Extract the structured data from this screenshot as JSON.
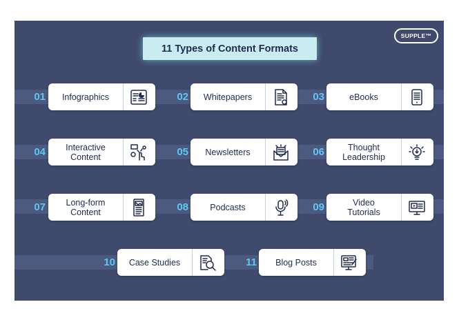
{
  "title": "11 Types of Content Formats",
  "logo": "SUPPLE™",
  "items": [
    {
      "num": "01",
      "label": "Infographics",
      "icon": "infographic-icon"
    },
    {
      "num": "02",
      "label": "Whitepapers",
      "icon": "document-icon"
    },
    {
      "num": "03",
      "label": "eBooks",
      "icon": "ebook-reader-icon"
    },
    {
      "num": "04",
      "label": "Interactive\nContent",
      "icon": "touch-interaction-icon"
    },
    {
      "num": "05",
      "label": "Newsletters",
      "icon": "newsletter-envelope-icon"
    },
    {
      "num": "06",
      "label": "Thought\nLeadership",
      "icon": "lightbulb-icon"
    },
    {
      "num": "07",
      "label": "Long-form\nContent",
      "icon": "long-document-icon"
    },
    {
      "num": "08",
      "label": "Podcasts",
      "icon": "microphone-icon"
    },
    {
      "num": "09",
      "label": "Video\nTutorials",
      "icon": "video-monitor-icon"
    },
    {
      "num": "10",
      "label": "Case Studies",
      "icon": "magnifier-document-icon"
    },
    {
      "num": "11",
      "label": "Blog Posts",
      "icon": "blog-computer-icon"
    }
  ],
  "colors": {
    "background": "#3f4a6c",
    "accent": "#5cc9f2",
    "title_box": "#c8ecef",
    "text": "#1e2b4e"
  }
}
